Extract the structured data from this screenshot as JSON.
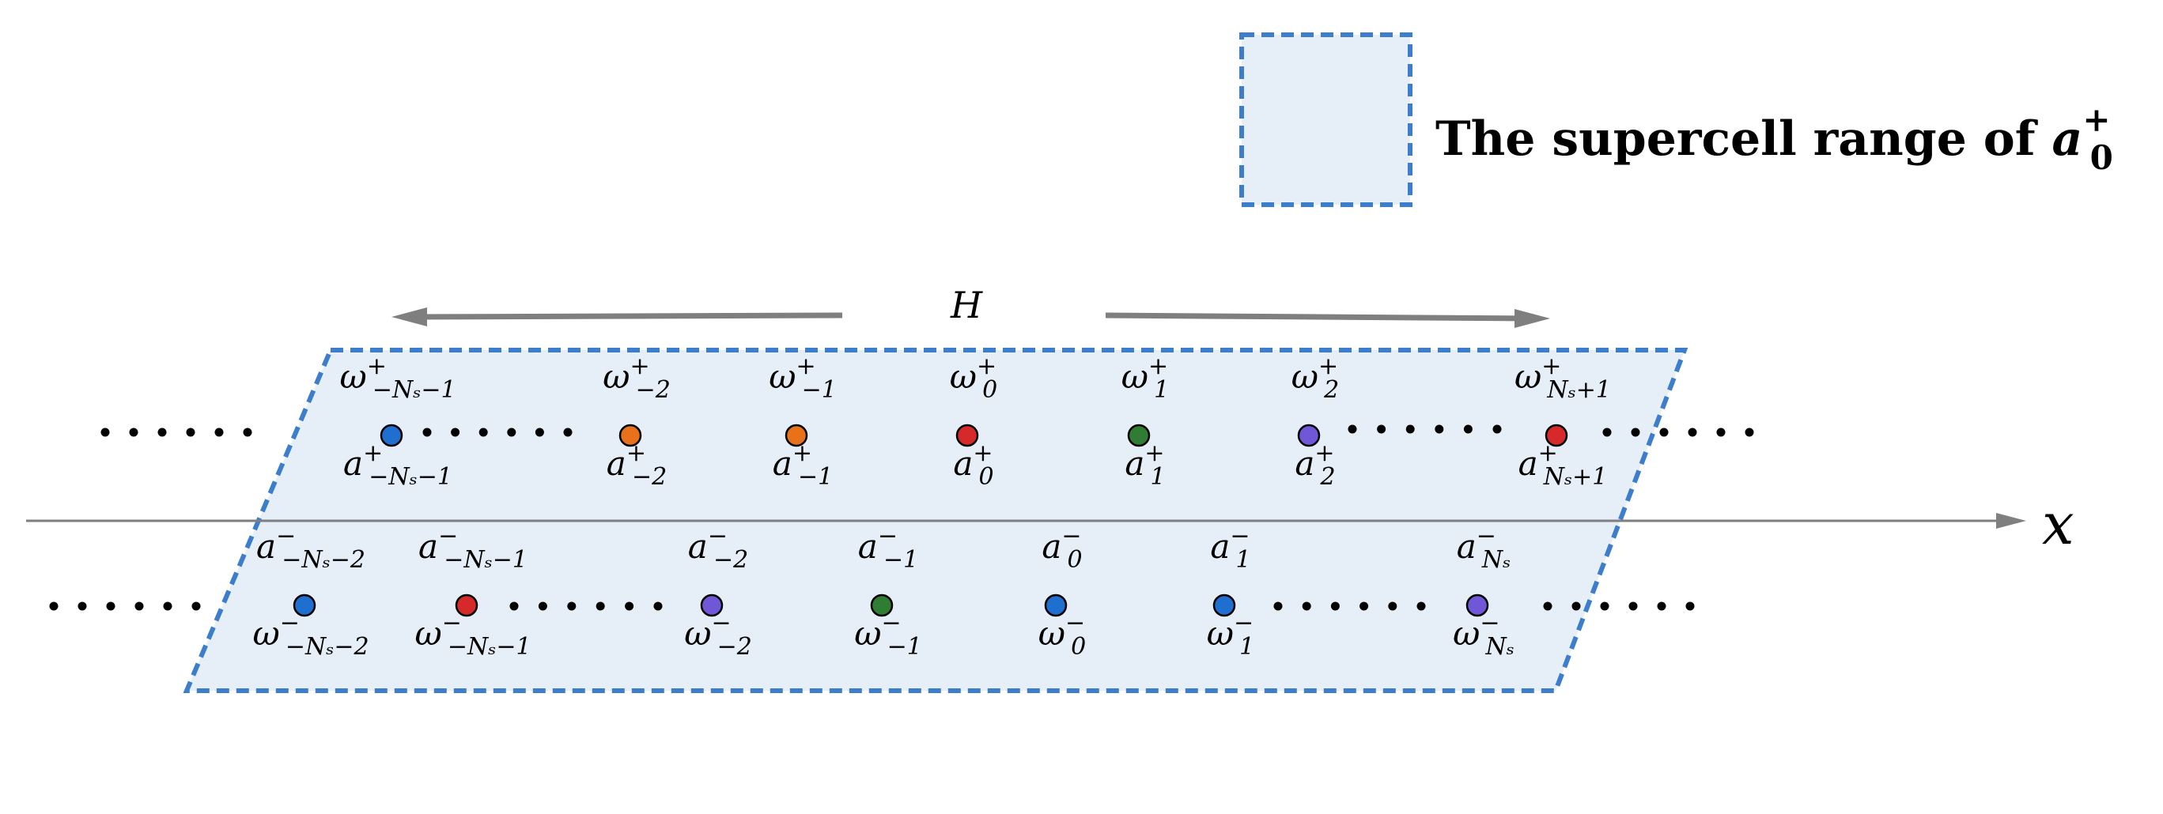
{
  "legend": {
    "text": "The supercell range of ",
    "symbol": "a",
    "sup": "+",
    "sub": "0",
    "fill": "#e6eef8",
    "stroke": "#3c7ecb"
  },
  "axis": {
    "label": "x",
    "color": "#7f7f7f"
  },
  "period": {
    "label": "H",
    "color": "#7f7f7f"
  },
  "colors": {
    "blue": "#1f6fd1",
    "orange": "#e8711a",
    "red": "#d62a2a",
    "green": "#2e7d32",
    "purple": "#7057d8",
    "region_fill": "#e6eef8",
    "region_stroke": "#3c7ecb"
  },
  "ellipsis": "• • • • • •",
  "upper_row": [
    {
      "color": "blue",
      "a_sub": "−Nₛ−1",
      "w_sub": "−Nₛ−1"
    },
    {
      "color": "orange",
      "a_sub": "−2",
      "w_sub": "−2"
    },
    {
      "color": "orange",
      "a_sub": "−1",
      "w_sub": "−1"
    },
    {
      "color": "red",
      "a_sub": "0",
      "w_sub": "0"
    },
    {
      "color": "green",
      "a_sub": "1",
      "w_sub": "1"
    },
    {
      "color": "purple",
      "a_sub": "2",
      "w_sub": "2"
    },
    {
      "color": "red",
      "a_sub": "Nₛ+1",
      "w_sub": "Nₛ+1"
    }
  ],
  "lower_row": [
    {
      "color": "blue",
      "a_sub": "−Nₛ−2",
      "w_sub": "−Nₛ−2"
    },
    {
      "color": "red",
      "a_sub": "−Nₛ−1",
      "w_sub": "−Nₛ−1"
    },
    {
      "color": "purple",
      "a_sub": "−2",
      "w_sub": "−2"
    },
    {
      "color": "green",
      "a_sub": "−1",
      "w_sub": "−1"
    },
    {
      "color": "blue",
      "a_sub": "0",
      "w_sub": "0"
    },
    {
      "color": "blue",
      "a_sub": "1",
      "w_sub": "1"
    },
    {
      "color": "purple",
      "a_sub": "Nₛ",
      "w_sub": "Nₛ"
    }
  ],
  "upper_sign": "+",
  "lower_sign": "−",
  "a_symbol": "a",
  "w_symbol": "ω"
}
